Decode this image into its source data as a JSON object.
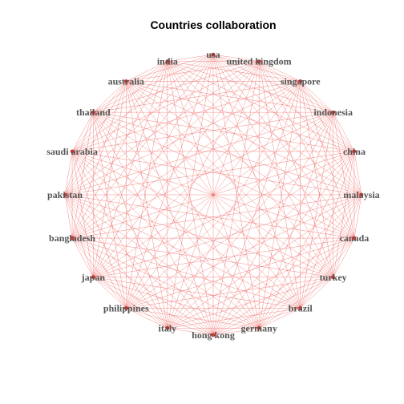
{
  "chart_data": {
    "type": "network",
    "layout": "circle",
    "title": "Countries collaboration",
    "edge_color": "#e8322b",
    "node_color": "#e8322b",
    "label_color": "#555555",
    "edges": "complete graph (all pairs connected)",
    "nodes": [
      "usa",
      "united kingdom",
      "singapore",
      "indonesia",
      "china",
      "malaysia",
      "canada",
      "turkey",
      "brazil",
      "germany",
      "hong kong",
      "italy",
      "philippines",
      "japan",
      "bangladesh",
      "pakistan",
      "saudi arabia",
      "thailand",
      "australia",
      "india"
    ]
  }
}
